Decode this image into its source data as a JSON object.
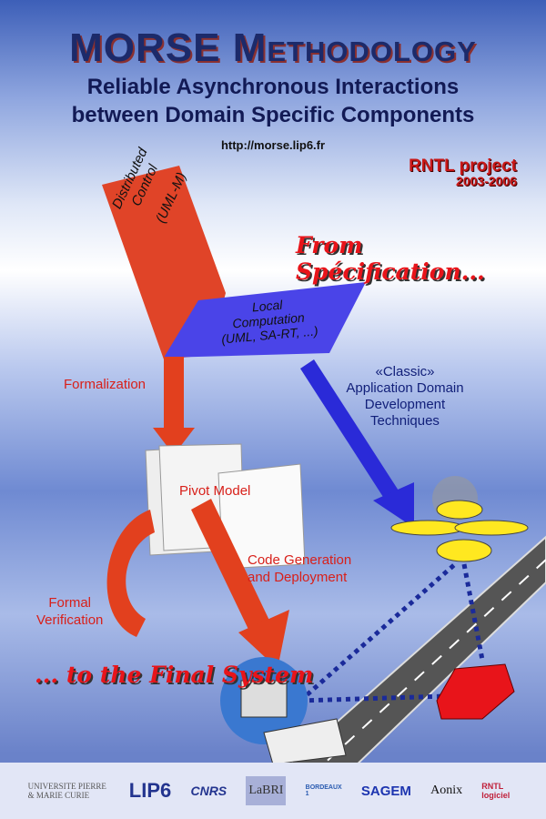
{
  "title": "MORSE Methodology",
  "subtitle_line1": "Reliable Asynchronous Interactions",
  "subtitle_line2": "between Domain Specific Components",
  "url": "http://morse.lip6.fr",
  "project": {
    "name": "RNTL project",
    "years": "2003-2006"
  },
  "from_spec": "From Spécification...",
  "final_system": "... to the Final System",
  "distributed": {
    "line1": "Distributed",
    "line2": "Control",
    "line3": "(UML-M)"
  },
  "local": {
    "line1": "Local",
    "line2": "Computation",
    "line3": "(UML, SA-RT, ...)"
  },
  "formalization": "Formalization",
  "classic": {
    "line1": "«Classic»",
    "line2": "Application Domain",
    "line3": "Development",
    "line4": "Techniques"
  },
  "pivot_model": "Pivot Model",
  "codegen": {
    "line1": "Code Generation",
    "line2": "and Deployment"
  },
  "formal_verif": {
    "line1": "Formal",
    "line2": "Verification"
  },
  "logos": [
    "UNIVERSITE PIERRE & MARIE CURIE",
    "LIP6",
    "CNRS",
    "LaBRI",
    "BORDEAUX 1",
    "SAGEM",
    "Aonix",
    "RNTL logiciel"
  ],
  "colors": {
    "red": "#e8141a",
    "blue": "#3a3ae0",
    "navy": "#1c2a6a"
  }
}
